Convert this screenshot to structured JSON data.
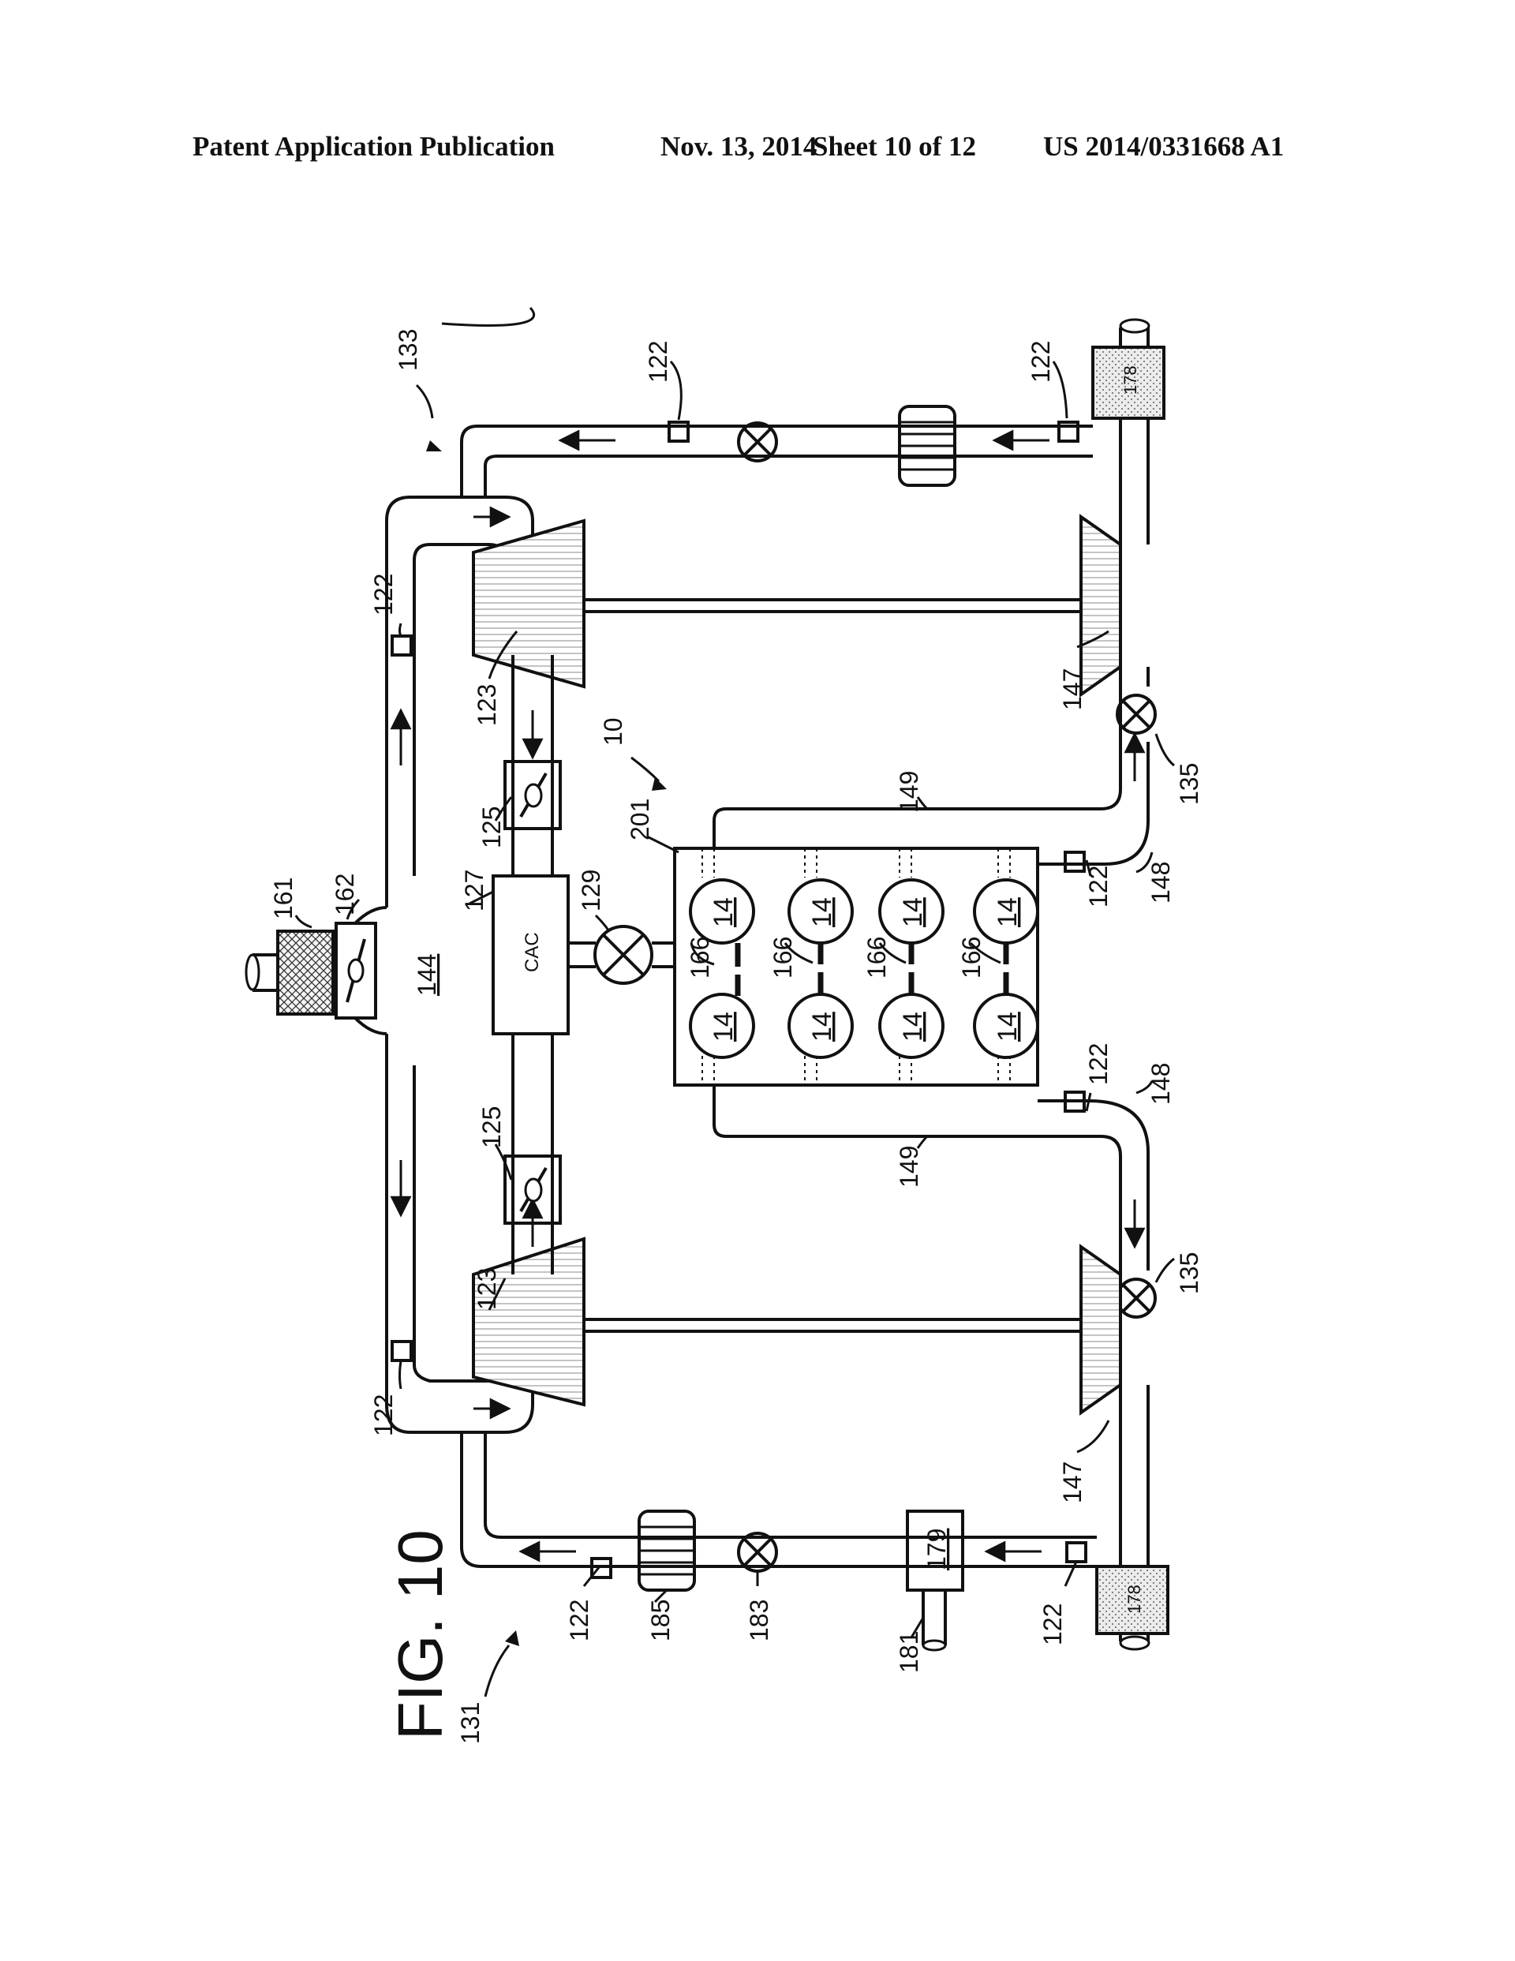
{
  "header": {
    "publication": "Patent Application Publication",
    "date": "Nov. 13, 2014",
    "sheet": "Sheet 10 of 12",
    "number": "US 2014/0331668 A1"
  },
  "figure": {
    "title": "FIG. 10",
    "labels": {
      "system": "10",
      "sensor": "122",
      "compressor": "123",
      "throttle": "125",
      "cac_ref": "127",
      "cac_text": "CAC",
      "cac_valve": "129",
      "bank1": "131",
      "bank2": "133",
      "wastegate": "135",
      "intake": "144",
      "turbine": "147",
      "exhaust": "148",
      "manifold": "149",
      "air_filter": "161",
      "main_throttle": "162",
      "injector": "166",
      "catalyst": "178",
      "egr_cooler": "179",
      "egr_port": "181",
      "egr_valve": "183",
      "egr_element": "185",
      "block": "201",
      "cylinder": "14"
    }
  }
}
